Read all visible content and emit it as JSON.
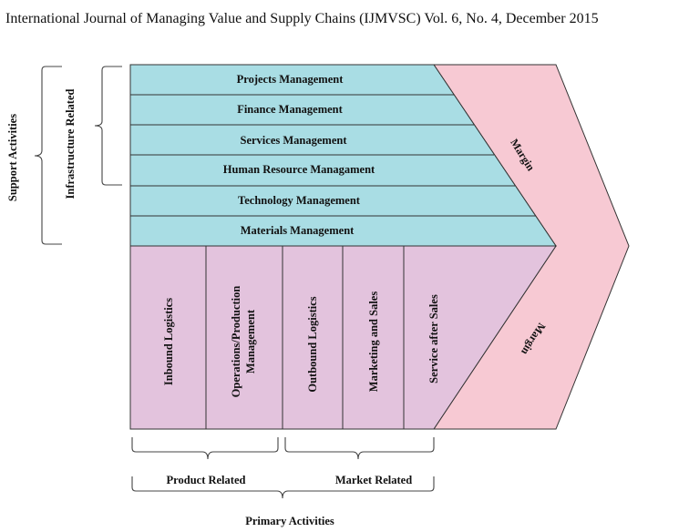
{
  "header": {
    "citation": "International Journal of Managing Value and Supply Chains (IJMVSC) Vol. 6, No. 4, December 2015"
  },
  "support_activities": {
    "group_label": "Support Activities",
    "subgroup_label": "Infrastructure Related",
    "rows": [
      "Projects Management",
      "Finance Management",
      "Services Management",
      "Human Resource Managament",
      "Technology Management",
      "Materials Management"
    ]
  },
  "primary_activities": {
    "columns": [
      "Inbound Logistics",
      "Operations/Production",
      "Management",
      "Outbound Logistics",
      "Marketing and Sales",
      "Service after Sales"
    ],
    "product_related_label": "Product Related",
    "market_related_label": "Market Related",
    "group_label": "Primary Activities"
  },
  "margin": {
    "upper_label": "Margin",
    "lower_label": "Margin"
  },
  "colors": {
    "support_fill": "#a9dde4",
    "primary_fill": "#e3c3dd",
    "margin_fill": "#f7c9d3"
  }
}
